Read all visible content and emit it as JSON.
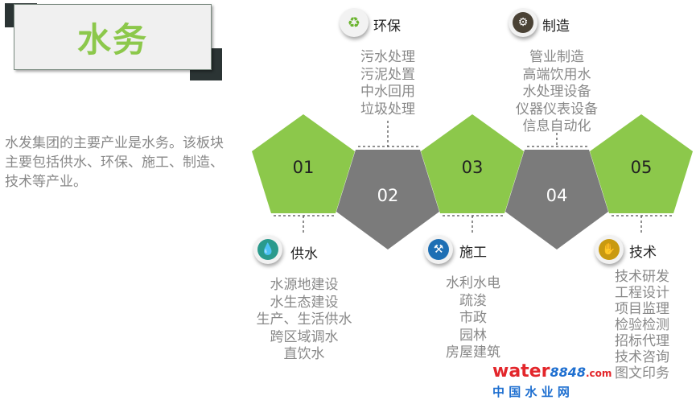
{
  "title": "水务",
  "intro": "水发集团的主要产业是水务。该板块主要包括供水、环保、施工、制造、技术等产业。",
  "colors": {
    "green": "#8cc84b",
    "gray": "#7b7b7b",
    "text": "#888888"
  },
  "steps": [
    {
      "num": "01",
      "category": "供水",
      "icon": "water-tap-icon",
      "items": [
        "水源地建设",
        "水生态建设",
        "生产、生活供水",
        "跨区域调水",
        "直饮水"
      ]
    },
    {
      "num": "02",
      "category": "环保",
      "icon": "recycle-icon",
      "items": [
        "污水处理",
        "污泥处置",
        "中水回用",
        "垃圾处理"
      ]
    },
    {
      "num": "03",
      "category": "施工",
      "icon": "excavator-icon",
      "items": [
        "水利水电",
        "疏浚",
        "市政",
        "园林",
        "房屋建筑"
      ]
    },
    {
      "num": "04",
      "category": "制造",
      "icon": "gears-icon",
      "items": [
        "管业制造",
        "高端饮用水",
        "水处理设备",
        "仪器仪表设备",
        "信息自动化"
      ]
    },
    {
      "num": "05",
      "category": "技术",
      "icon": "handshake-icon",
      "items": [
        "技术研发",
        "工程设计",
        "项目监理",
        "检验检测",
        "招标代理",
        "技术咨询",
        "图文印务"
      ]
    }
  ],
  "watermark": {
    "brand": "water",
    "digits": "8848",
    "suffix": ".com",
    "cn": "中 国 水 业 网"
  }
}
